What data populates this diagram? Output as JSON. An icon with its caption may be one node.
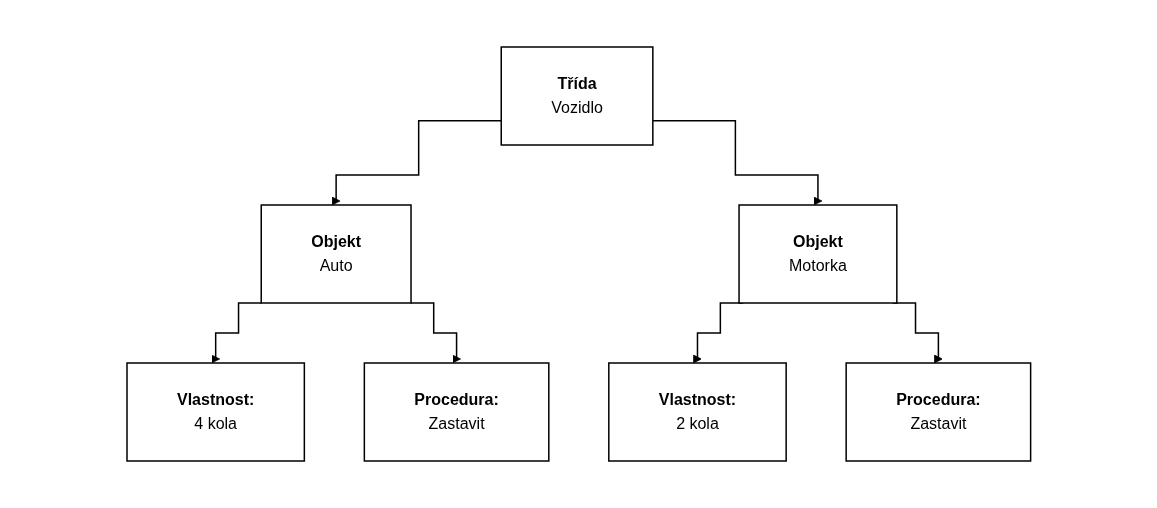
{
  "diagram": {
    "nodes": [
      {
        "text": [
          "Třída",
          "Vozidlo"
        ]
      },
      {
        "text": [
          "Objekt",
          "Auto"
        ]
      },
      {
        "text": [
          "Objekt",
          "Motorka"
        ]
      },
      {
        "text": [
          "Vlastnost:",
          "4 kola"
        ]
      },
      {
        "text": [
          "Procedura:",
          "Zastavit"
        ]
      },
      {
        "text": [
          "Vlastnost:",
          "2 kola"
        ]
      },
      {
        "text": [
          "Procedura:",
          "Zastavit"
        ]
      }
    ],
    "edges": [
      {
        "from": 0,
        "to": 1,
        "arrow": "to"
      },
      {
        "from": 0,
        "to": 2,
        "arrow": "to"
      },
      {
        "from": 1,
        "to": 3,
        "arrow": "to"
      },
      {
        "from": 1,
        "to": 4,
        "arrow": "to"
      },
      {
        "from": 2,
        "to": 5,
        "arrow": "to"
      },
      {
        "from": 2,
        "to": 6,
        "arrow": "to"
      }
    ]
  }
}
